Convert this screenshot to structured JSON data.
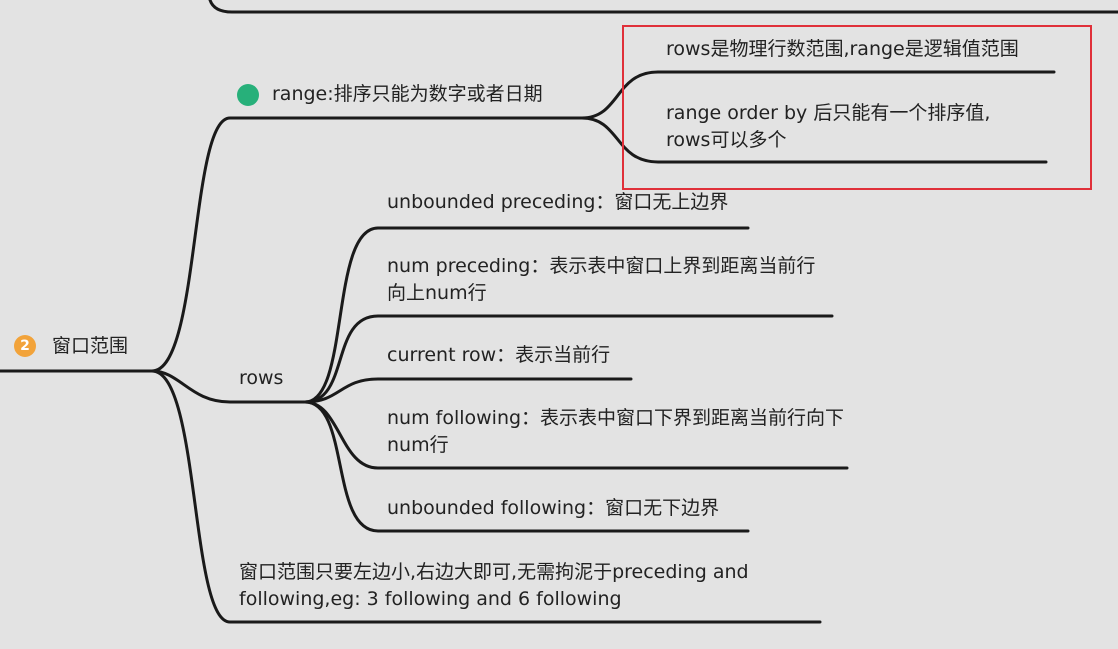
{
  "root": {
    "badge": "2",
    "label": "窗口范围"
  },
  "range_branch": {
    "label": "range:排序只能为数字或者日期",
    "notes": [
      "rows是物理行数范围,range是逻辑值范围",
      "range order by 后只能有一个排序值, rows可以多个"
    ],
    "colors": {
      "dot": "#27b07a",
      "highlight_border": "#e0303a"
    }
  },
  "rows_branch": {
    "label": "rows",
    "children": [
      "unbounded preceding：窗口无上边界",
      "num preceding：表示表中窗口上界到距离当前行向上num行",
      "current row：表示当前行",
      "num following：表示表中窗口下界到距离当前行向下num行",
      "unbounded following：窗口无下边界"
    ]
  },
  "note_branch": {
    "label": "窗口范围只要左边小,右边大即可,无需拘泥于preceding and following,eg: 3 following and 6 following"
  },
  "colors": {
    "background": "#e3e3e3",
    "line": "#1a1a1a",
    "badge": "#f2a33a"
  }
}
